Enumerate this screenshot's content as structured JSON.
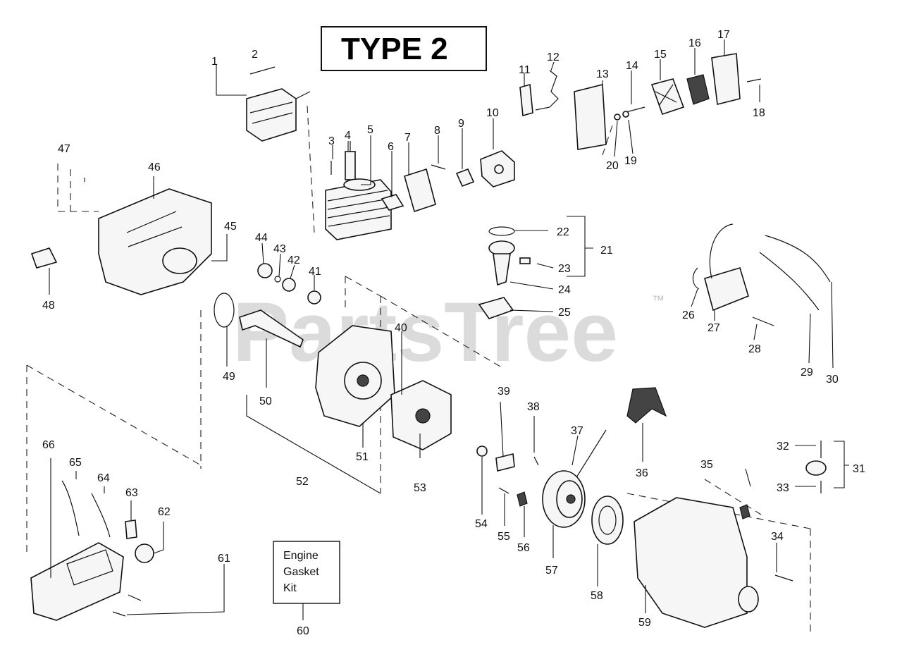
{
  "title": "TYPE 2",
  "watermark": {
    "text": "PartsTree",
    "tm": "™"
  },
  "kit_box": {
    "line1": "Engine",
    "line2": "Gasket",
    "line3": "Kit",
    "number": "60"
  },
  "callouts": [
    {
      "id": "1",
      "label": "1"
    },
    {
      "id": "2",
      "label": "2"
    },
    {
      "id": "3",
      "label": "3"
    },
    {
      "id": "4",
      "label": "4"
    },
    {
      "id": "5",
      "label": "5"
    },
    {
      "id": "6",
      "label": "6"
    },
    {
      "id": "7",
      "label": "7"
    },
    {
      "id": "8",
      "label": "8"
    },
    {
      "id": "9",
      "label": "9"
    },
    {
      "id": "10",
      "label": "10"
    },
    {
      "id": "11",
      "label": "11"
    },
    {
      "id": "12",
      "label": "12"
    },
    {
      "id": "13",
      "label": "13"
    },
    {
      "id": "14",
      "label": "14"
    },
    {
      "id": "15",
      "label": "15"
    },
    {
      "id": "16",
      "label": "16"
    },
    {
      "id": "17",
      "label": "17"
    },
    {
      "id": "18",
      "label": "18"
    },
    {
      "id": "19",
      "label": "19"
    },
    {
      "id": "20",
      "label": "20"
    },
    {
      "id": "21",
      "label": "21"
    },
    {
      "id": "22",
      "label": "22"
    },
    {
      "id": "23",
      "label": "23"
    },
    {
      "id": "24",
      "label": "24"
    },
    {
      "id": "25",
      "label": "25"
    },
    {
      "id": "26",
      "label": "26"
    },
    {
      "id": "27",
      "label": "27"
    },
    {
      "id": "28",
      "label": "28"
    },
    {
      "id": "29",
      "label": "29"
    },
    {
      "id": "30",
      "label": "30"
    },
    {
      "id": "31",
      "label": "31"
    },
    {
      "id": "32",
      "label": "32"
    },
    {
      "id": "33",
      "label": "33"
    },
    {
      "id": "34",
      "label": "34"
    },
    {
      "id": "35",
      "label": "35"
    },
    {
      "id": "36",
      "label": "36"
    },
    {
      "id": "37",
      "label": "37"
    },
    {
      "id": "38",
      "label": "38"
    },
    {
      "id": "39",
      "label": "39"
    },
    {
      "id": "40",
      "label": "40"
    },
    {
      "id": "41",
      "label": "41"
    },
    {
      "id": "42",
      "label": "42"
    },
    {
      "id": "43",
      "label": "43"
    },
    {
      "id": "44",
      "label": "44"
    },
    {
      "id": "45",
      "label": "45"
    },
    {
      "id": "46",
      "label": "46"
    },
    {
      "id": "47",
      "label": "47"
    },
    {
      "id": "48",
      "label": "48"
    },
    {
      "id": "49",
      "label": "49"
    },
    {
      "id": "50",
      "label": "50"
    },
    {
      "id": "51",
      "label": "51"
    },
    {
      "id": "52",
      "label": "52"
    },
    {
      "id": "53",
      "label": "53"
    },
    {
      "id": "54",
      "label": "54"
    },
    {
      "id": "55",
      "label": "55"
    },
    {
      "id": "56",
      "label": "56"
    },
    {
      "id": "57",
      "label": "57"
    },
    {
      "id": "58",
      "label": "58"
    },
    {
      "id": "59",
      "label": "59"
    },
    {
      "id": "61",
      "label": "61"
    },
    {
      "id": "62",
      "label": "62"
    },
    {
      "id": "63",
      "label": "63"
    },
    {
      "id": "64",
      "label": "64"
    },
    {
      "id": "65",
      "label": "65"
    },
    {
      "id": "66",
      "label": "66"
    }
  ]
}
